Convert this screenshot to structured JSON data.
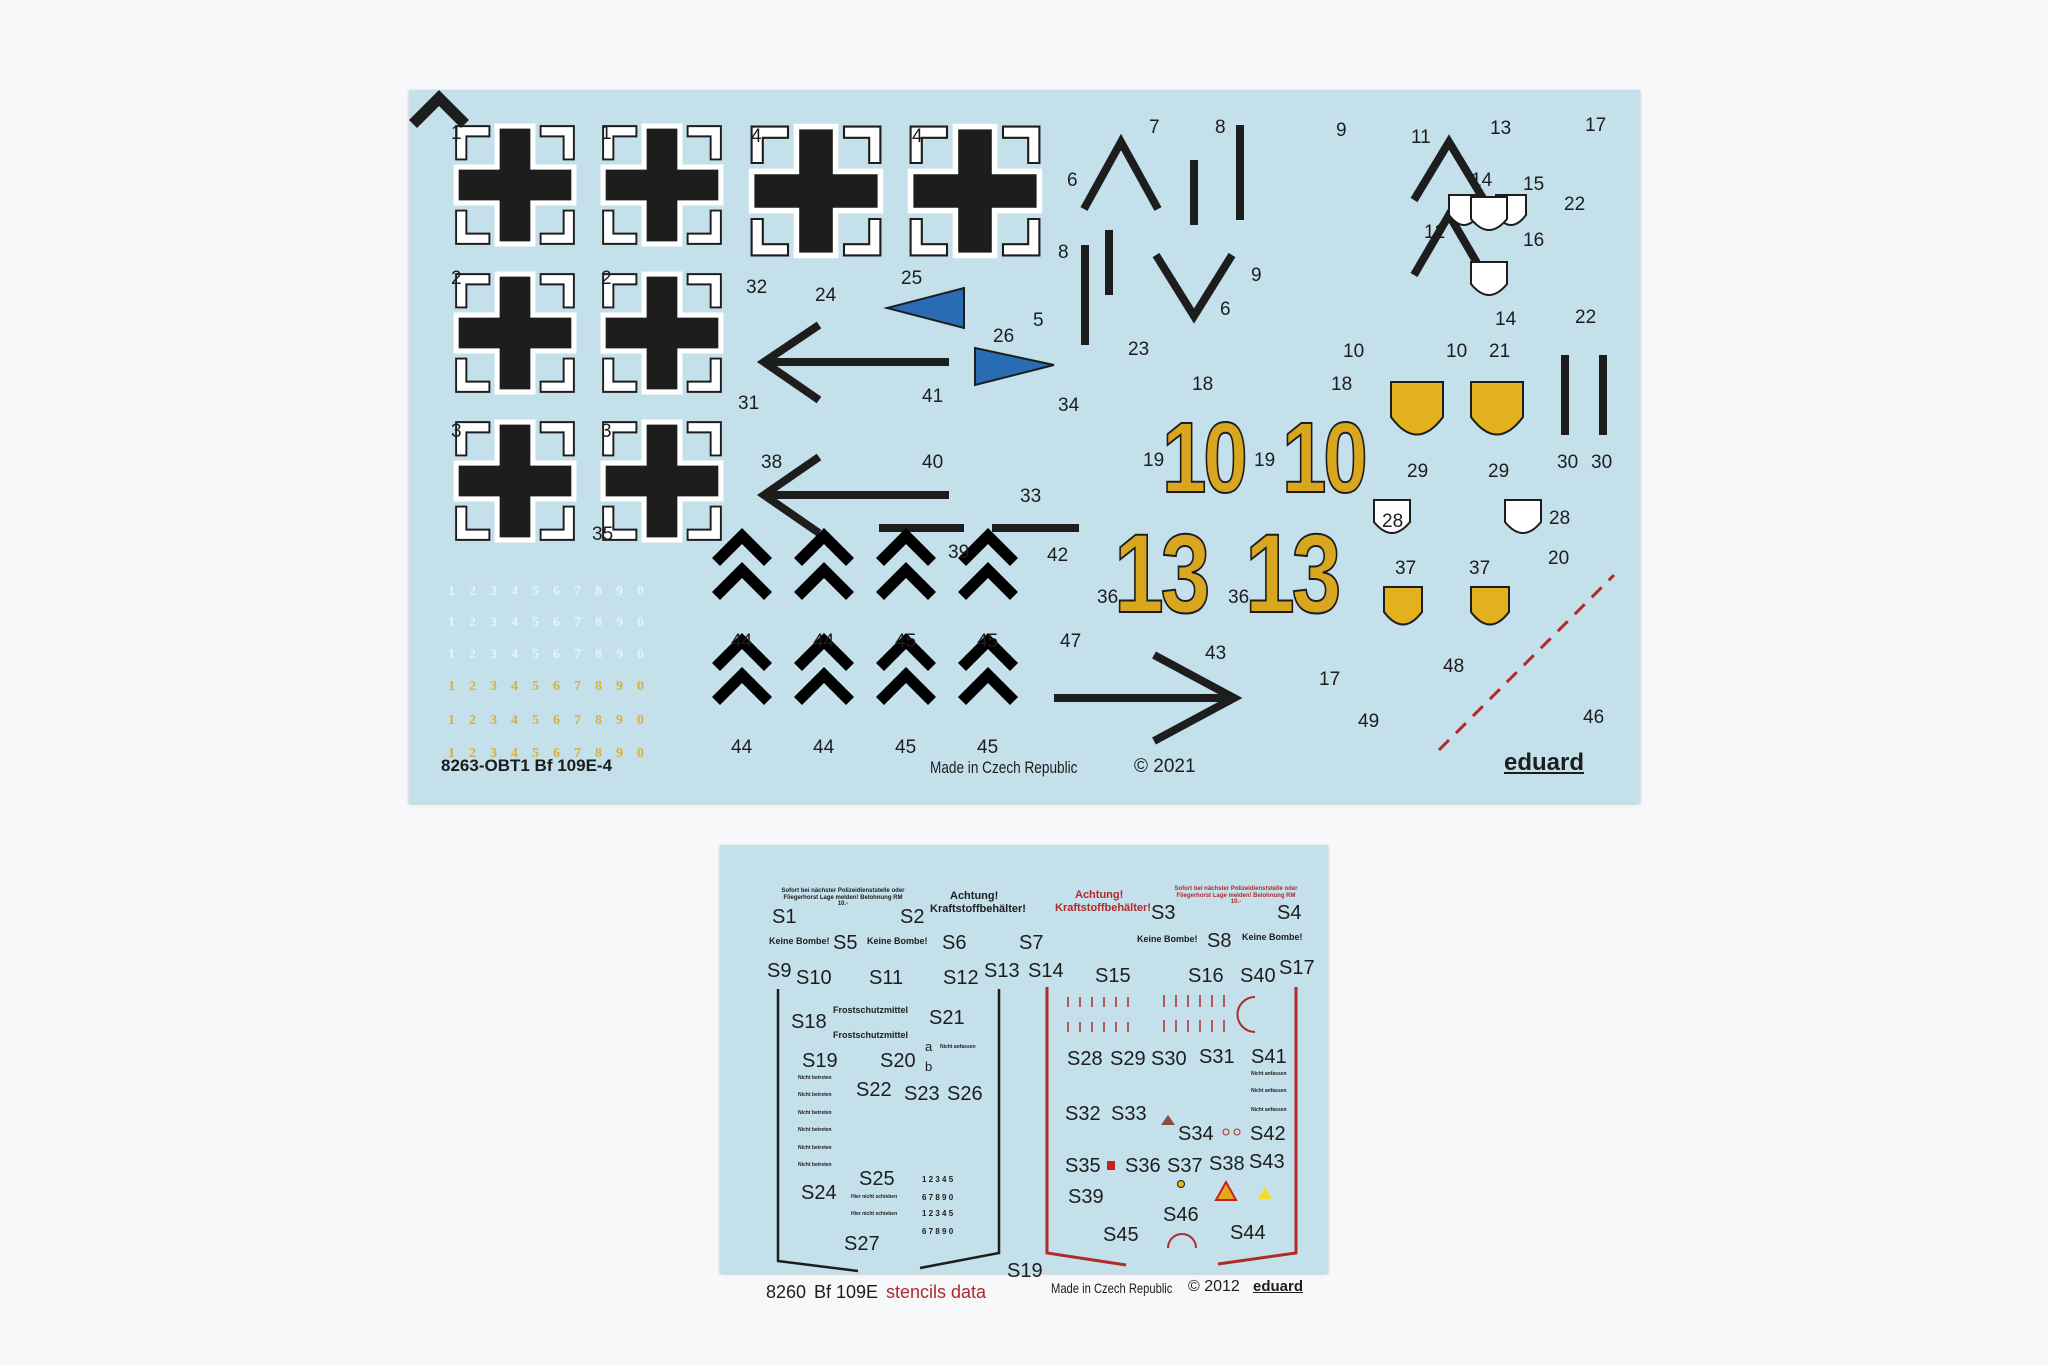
{
  "main_sheet": {
    "labels": [
      "1",
      "1",
      "4",
      "4",
      "2",
      "2",
      "3",
      "3",
      "35",
      "32",
      "24",
      "25",
      "5",
      "26",
      "31",
      "41",
      "40",
      "38",
      "34",
      "33",
      "39",
      "42",
      "6",
      "7",
      "8",
      "8",
      "9",
      "9",
      "6",
      "23",
      "11",
      "12",
      "13",
      "14",
      "15",
      "16",
      "14",
      "17",
      "22",
      "22",
      "10",
      "10",
      "21",
      "18",
      "18",
      "19",
      "19",
      "29",
      "29",
      "30",
      "30",
      "28",
      "28",
      "20",
      "37",
      "37",
      "36",
      "36",
      "47",
      "43",
      "17",
      "48",
      "49",
      "46",
      "44",
      "44",
      "45",
      "45",
      "44",
      "44",
      "45",
      "45"
    ],
    "big_numbers": {
      "ten_a": "10",
      "ten_b": "10",
      "thirteen_a": "13",
      "thirteen_b": "13"
    },
    "digit_row": "1234567890",
    "product_code": "8263-OBT1 Bf 109E-4",
    "made_in": "Made in Czech Republic",
    "copyright": "© 2021",
    "brand": "eduard"
  },
  "stencil_sheet": {
    "labels": [
      "S1",
      "S2",
      "S3",
      "S4",
      "S5",
      "S6",
      "S7",
      "S8",
      "S9",
      "S10",
      "S11",
      "S12",
      "S13",
      "S14",
      "S15",
      "S16",
      "S40",
      "S17",
      "S18",
      "S21",
      "S19",
      "S20",
      "S22",
      "S23",
      "S26",
      "S25",
      "S24",
      "S27",
      "S19",
      "S28",
      "S29",
      "S30",
      "S31",
      "S41",
      "S32",
      "S33",
      "S34",
      "S42",
      "S35",
      "S36",
      "S37",
      "S38",
      "S43",
      "S39",
      "S46",
      "S45",
      "S44"
    ],
    "sofort_text": "Sofort bei nächster Polizeidienststelle oder Fliegerhorst Lage melden! Belohnung RM 10.-",
    "achtung_line1": "Achtung!",
    "achtung_line2": "Kraftstoffbehälter!",
    "keine_bombe": "Keine Bombe!",
    "frostschutz": "Frostschutzmittel",
    "nicht_betreten": "Nicht betreten",
    "nicht_anfassen": "Nicht anfassen",
    "hier_nicht_schieben": "Hier nicht schieben",
    "digits_a": "1 2 3 4 5",
    "digits_b": "6 7 8 9 0",
    "sub_a": "a",
    "sub_b": "b",
    "code": "8260",
    "model": "Bf 109E",
    "subtitle": "stencils data",
    "made_in": "Made in Czech Republic",
    "copyright": "© 2012",
    "brand": "eduard"
  },
  "colors": {
    "sheet": "#c4e0ea",
    "decal_black": "#1d1d1d",
    "yellow": "#d9a620",
    "red": "#b02a2a"
  }
}
